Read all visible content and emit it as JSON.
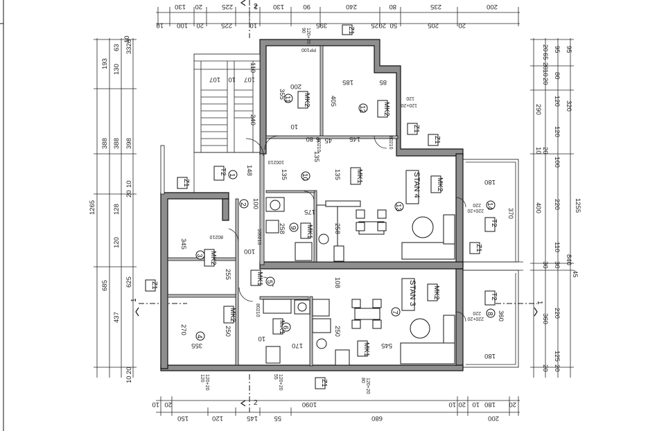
{
  "dims_top_row1": [
    "10",
    "100",
    "20",
    "225",
    "10",
    "130",
    "90",
    "240",
    "80",
    "205",
    "235",
    "200"
  ],
  "dims_top_row2": [
    "130",
    "20",
    "225",
    "2",
    "395",
    "20",
    "50",
    "25",
    "20"
  ],
  "dims_bottom_row1": [
    "20",
    "10",
    "1090",
    "20",
    "10",
    "180",
    "20",
    "10"
  ],
  "dims_bottom_row2": [
    "150",
    "120",
    "145",
    "55",
    "680",
    "200"
  ],
  "dims_left": [
    "193",
    "63",
    "130",
    "3320",
    "10",
    "388",
    "388",
    "398",
    "1265",
    "128",
    "20",
    "10",
    "120",
    "685",
    "625",
    "437",
    "20",
    "10"
  ],
  "dims_right": [
    "20",
    "65",
    "20",
    "10",
    "95",
    "95",
    "80",
    "20",
    "290",
    "120",
    "320",
    "120",
    "10",
    "20",
    "100",
    "400",
    "220",
    "1255",
    "110",
    "30",
    "30",
    "840",
    "45",
    "220",
    "360",
    "125",
    "20",
    "20"
  ],
  "section_marks": [
    "2",
    "1",
    "1",
    "2"
  ],
  "walls": [
    "Z1",
    "Z1",
    "Z1",
    "Z1",
    "Z1",
    "Z1",
    "Z1",
    "Z1",
    "Z1",
    "Z1"
  ],
  "wall_types": [
    "MK2",
    "MK2",
    "MK1",
    "MK2",
    "MK2",
    "MK2",
    "MK1",
    "MK1",
    "MK1",
    "MK2",
    "MK1",
    "MK1",
    "MK2",
    "MK1"
  ],
  "floor_types": [
    "T2",
    "T2",
    "T2",
    "T2"
  ],
  "apartments": [
    "STAN 4",
    "STAN 3"
  ],
  "rooms": [
    "1",
    "2",
    "3",
    "4",
    "5",
    "6",
    "7",
    "8",
    "9",
    "10",
    "11",
    "12",
    "13",
    "14"
  ],
  "room_dims": [
    "355",
    "200",
    "405",
    "185",
    "85",
    "10",
    "145",
    "80",
    "45",
    "5",
    "240",
    "148",
    "135",
    "135",
    "135",
    "100",
    "175",
    "258",
    "258",
    "345",
    "255",
    "100",
    "270",
    "250",
    "355",
    "10",
    "108",
    "170",
    "250",
    "545",
    "180",
    "370",
    "360",
    "180",
    "110",
    "107",
    "10",
    "107"
  ],
  "openings": [
    "PP100",
    "80210",
    "80210",
    "100210",
    "100210",
    "80210",
    "80210",
    "120",
    "120+20",
    "220",
    "220+20",
    "220",
    "220+20",
    "120",
    "120+20",
    "55",
    "120+20",
    "80",
    "120+20",
    "90",
    "120+20"
  ]
}
